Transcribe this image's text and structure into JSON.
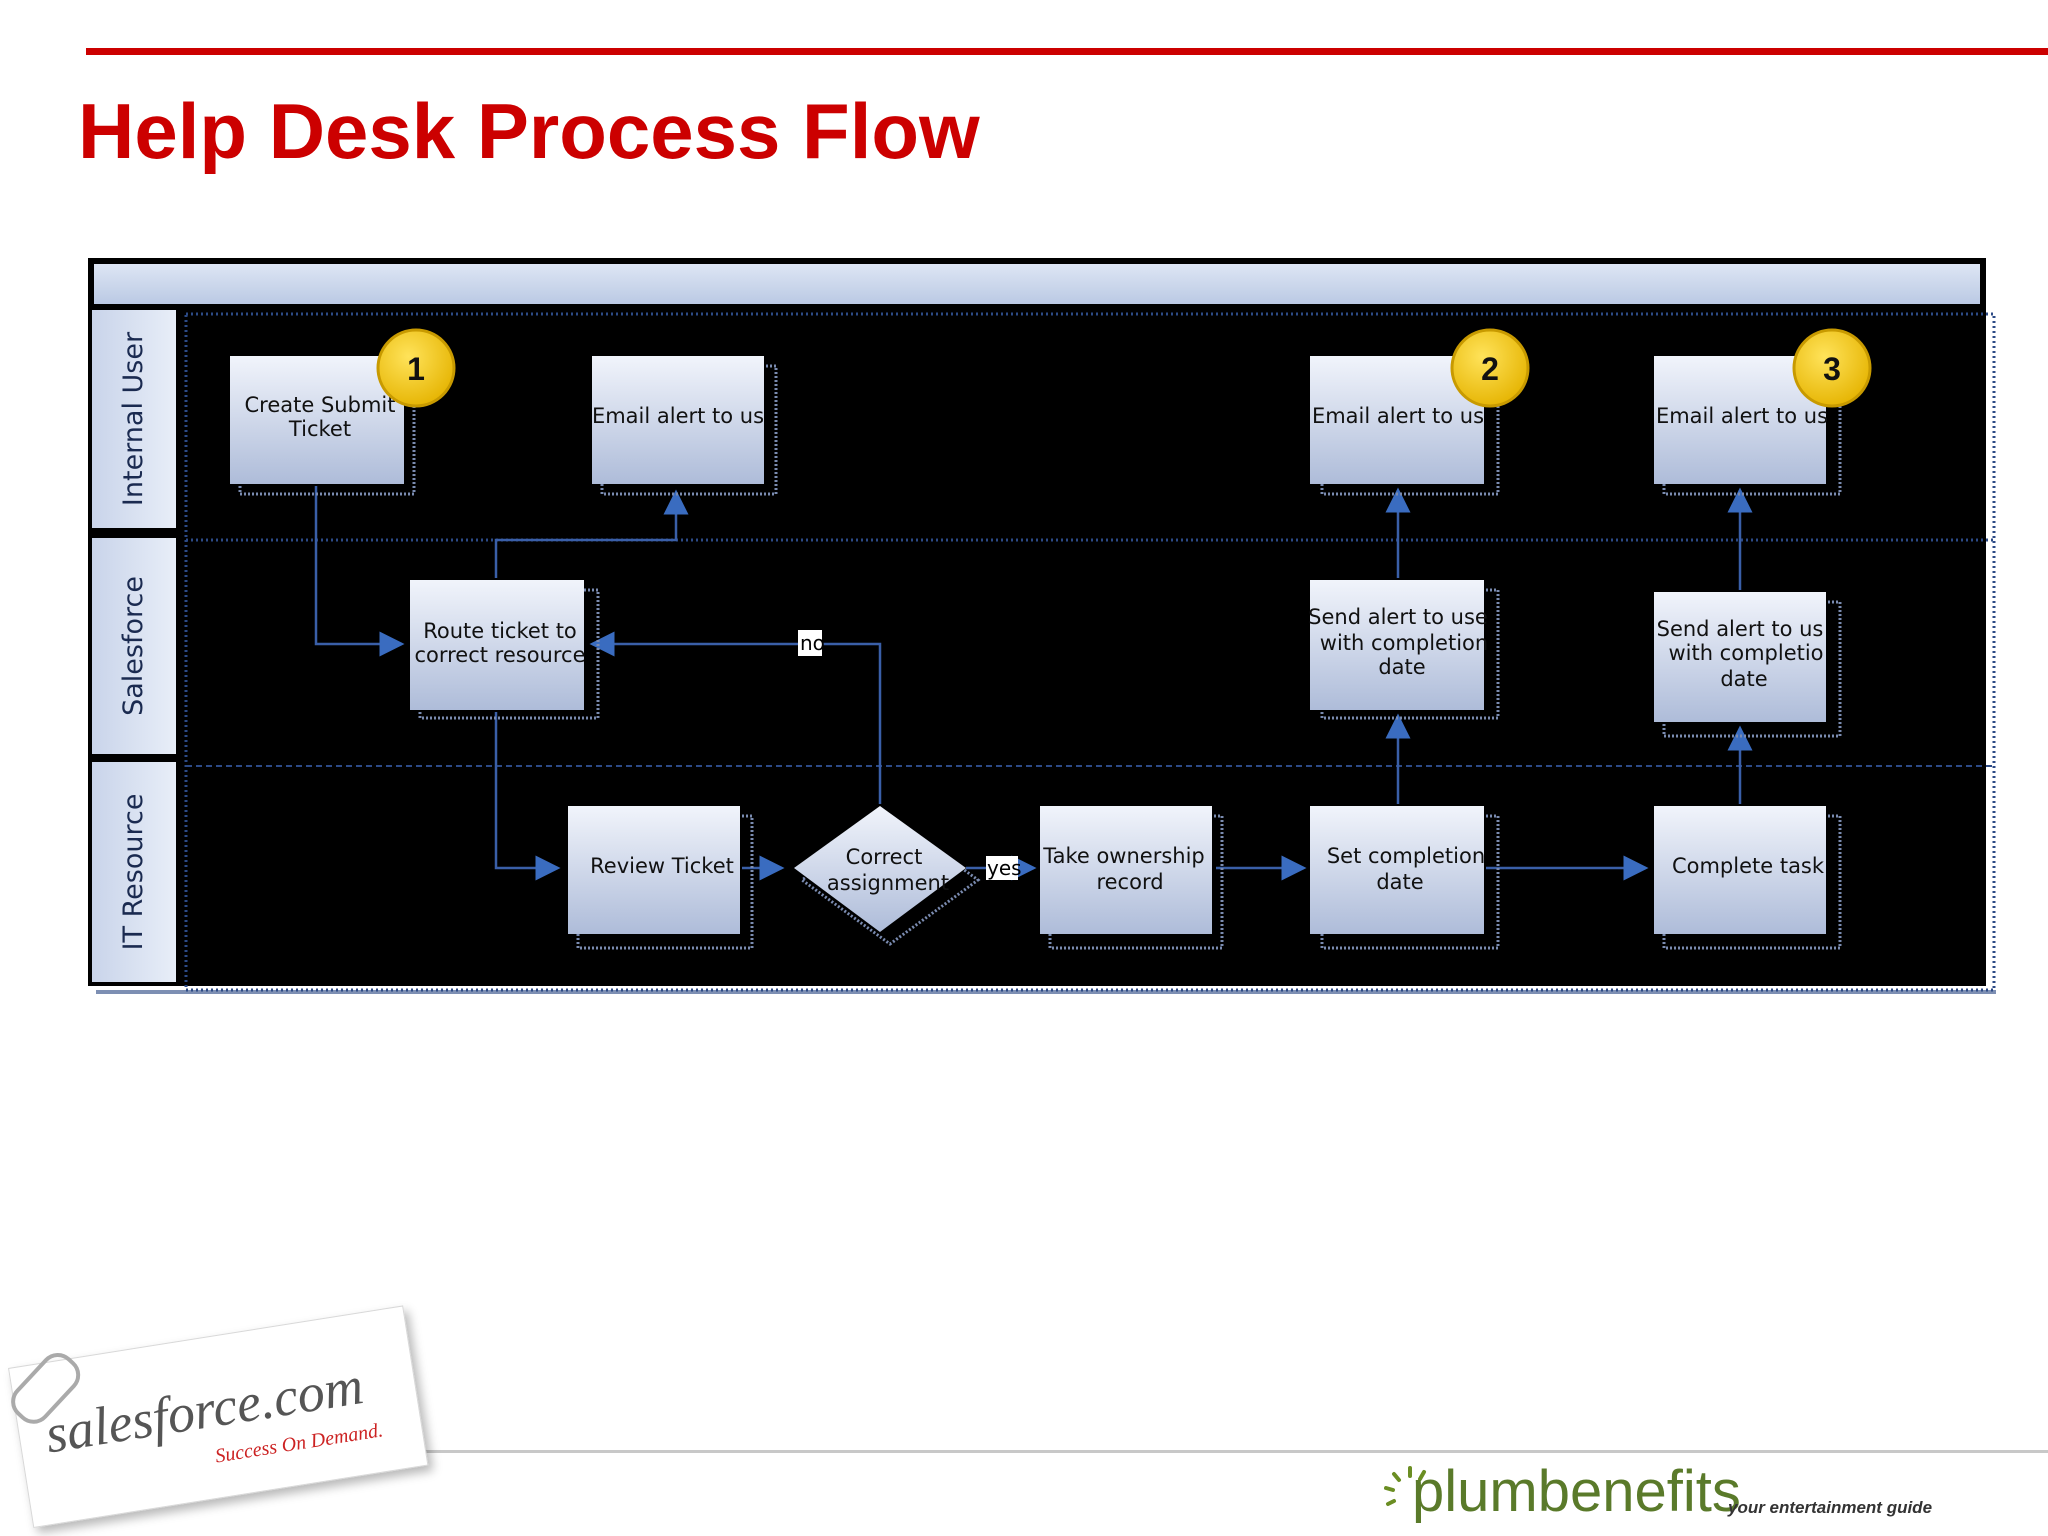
{
  "slide": {
    "title": "Help Desk Process Flow"
  },
  "lanes": [
    {
      "id": "internal-user",
      "label": "Internal User"
    },
    {
      "id": "salesforce",
      "label": "Salesforce"
    },
    {
      "id": "it-resource",
      "label": "IT Resource"
    }
  ],
  "nodes": [
    {
      "id": "create-ticket",
      "lines": [
        "Create Submit",
        "Ticket"
      ]
    },
    {
      "id": "email-alert-1",
      "lines": [
        "Email alert to us"
      ]
    },
    {
      "id": "email-alert-2",
      "lines": [
        "Email alert to us"
      ]
    },
    {
      "id": "email-alert-3",
      "lines": [
        "Email alert to us"
      ]
    },
    {
      "id": "route-ticket",
      "lines": [
        "Route ticket to",
        "correct resource"
      ]
    },
    {
      "id": "send-alert-1",
      "lines": [
        "Send alert to use",
        "with completion",
        "date"
      ]
    },
    {
      "id": "send-alert-2",
      "lines": [
        "Send alert to us",
        "with completio",
        "date"
      ]
    },
    {
      "id": "review-ticket",
      "lines": [
        "Review Ticket"
      ]
    },
    {
      "id": "correct-assignment",
      "lines": [
        "Correct",
        "assignment"
      ]
    },
    {
      "id": "take-ownership",
      "lines": [
        "Take ownership",
        "record"
      ]
    },
    {
      "id": "set-completion",
      "lines": [
        "Set completion",
        "date"
      ]
    },
    {
      "id": "complete-task",
      "lines": [
        "Complete task"
      ]
    }
  ],
  "edge_labels": {
    "no": "no",
    "yes": "yes"
  },
  "badges": [
    "1",
    "2",
    "3"
  ],
  "footer": {
    "salesforce_logo": "salesforce.com",
    "salesforce_tagline": "Success On Demand.",
    "plum_logo": "plumbenefits",
    "plum_tagline": "your entertainment guide"
  },
  "colors": {
    "title_red": "#cc0000",
    "diagram_bg": "#000000",
    "box_fill_light": "#eef2fa",
    "box_fill_dark": "#a9b9d8",
    "connector": "#3a5fa8",
    "badge_fill": "#f2c511"
  }
}
